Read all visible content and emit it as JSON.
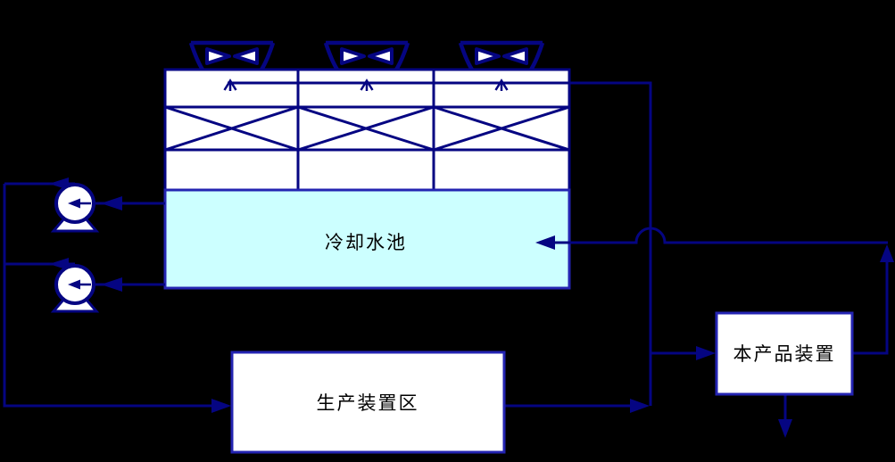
{
  "labels": {
    "pool": "冷却水池",
    "production_area": "生产装置区",
    "product_unit": "本产品装置"
  },
  "colors": {
    "background": "#000000",
    "pipe_line": "#050582",
    "box_border": "#2424B2",
    "pool_fill": "#CCFFFF",
    "shape_fill": "#FFFFFF",
    "label_text": "#000000"
  },
  "structure": {
    "fan_count": 3,
    "tower_cells": 3,
    "pump_count": 2
  },
  "icons": {
    "fan_icon": "bowtie fan blades in curved fan stack",
    "pump_icon": "circle with pedestal base and inward arrow",
    "flow_arrow_icon": "solid triangle arrowhead",
    "spray_arrow_icon": "upward open chevron",
    "pipe_hop_icon": "semicircular crossover bridge"
  }
}
